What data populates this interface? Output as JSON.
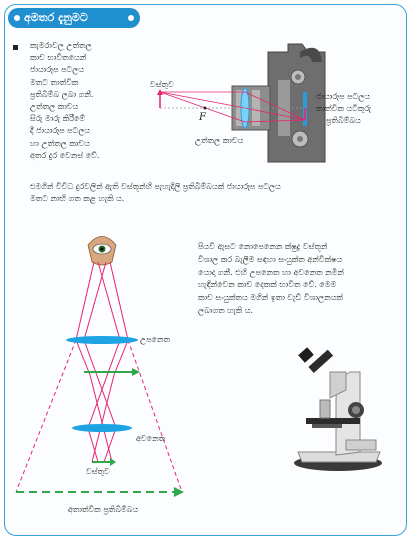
{
  "header": {
    "title": "අමතර දැනුමට"
  },
  "paragraphs": {
    "p1_lines": [
      "කැමරාවල උත්තල",
      "කාච භාවිතයෙන්",
      "ජායාරූප පටලය",
      "මතට තාත්වික",
      "ප්‍රතිබිම්බ ලබා ගනී.",
      "උත්තල කාචය",
      "සිරු මාරු කිරීමේ",
      "දී ජායාරූප පටලය",
      "හා උත්තල කාචය",
      "අතර දුර වෙනස් වේ."
    ],
    "p2_lines": [
      "එමගින් විවිධ දුරවලින් ඇති වස්තූන්හි පැහැදිලි ප්‍රතිබිම්බයක් ජායාරූප පටලය",
      "මතට නාභි ගත කළ හැකි ය."
    ],
    "p3_lines": [
      "පියවි ඇසට නොපෙනෙන ක්ෂුද්‍ර වස්තූන්",
      "විශාල කර බැලීම සඳහා සංයුක්ත අන්වීක්ෂය",
      "යොදා ගනී. එහි උපනෙත හා අවනෙත නමින්",
      "හැඳින්වෙන කාච දෙකක් භාවිත වේ. මෙම",
      "කාච සංයුක්තය මගින් ඉතා වැඩි විශාලනයක්",
      "ලබාගත හැකි ය."
    ]
  },
  "camera_labels": {
    "object": "වස්තුව",
    "focus": "F",
    "lens": "උත්තල කාචය",
    "film_line1": "ජායාරූප පටලය",
    "film_line2": "තාත්වික යටිකුරු",
    "film_line3": "ප්‍රතිබිම්බය"
  },
  "microscope_labels": {
    "eyepiece": "උපනෙත",
    "objective": "අවනෙත",
    "object": "වස්තුව",
    "virtual_image": "අතාත්වික ප්‍රතිබිම්බය"
  },
  "colors": {
    "accent": "#1f8fd0",
    "ray": "#e8246c",
    "arrow_green": "#2fa84a",
    "lens_blue": "#1ea3e3"
  }
}
